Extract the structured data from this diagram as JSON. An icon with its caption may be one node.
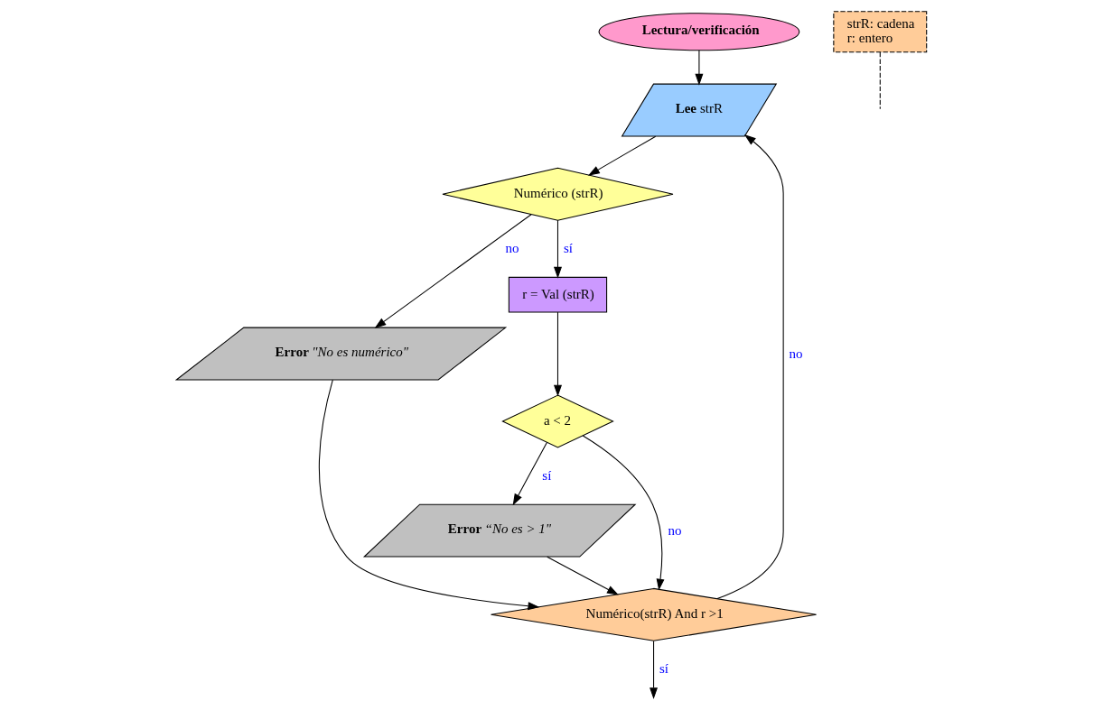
{
  "diagram": {
    "nodes": [
      {
        "text": [
          "**Lectura/verificación**"
        ]
      },
      {
        "text": [
          "strR: cadena",
          "r: entero"
        ]
      },
      {
        "text": [
          "**Lee** strR"
        ]
      },
      {
        "text": [
          "Numérico (strR)"
        ]
      },
      {
        "text": [
          "**Error** *\"No es numérico\"*"
        ]
      },
      {
        "text": [
          "r = Val (strR)"
        ]
      },
      {
        "text": [
          "a < 2"
        ]
      },
      {
        "text": [
          "**Error** *“No es > 1\"*"
        ]
      },
      {
        "text": [
          "Numérico(strR) And r >1"
        ]
      }
    ],
    "edges": [
      {
        "from": 0,
        "to": 2,
        "arrow": "to"
      },
      {
        "from": 1,
        "to": null,
        "arrow": "none",
        "style": "dashed"
      },
      {
        "from": 2,
        "to": 3,
        "arrow": "to"
      },
      {
        "from": 3,
        "to": 4,
        "arrow": "to",
        "label": "no"
      },
      {
        "from": 3,
        "to": 5,
        "arrow": "to",
        "label": "sí"
      },
      {
        "from": 5,
        "to": 6,
        "arrow": "to"
      },
      {
        "from": 6,
        "to": 8,
        "arrow": "to",
        "label": "no"
      },
      {
        "from": 6,
        "to": 7,
        "arrow": "to",
        "label": "sí"
      },
      {
        "from": 7,
        "to": 8,
        "arrow": "to"
      },
      {
        "from": 4,
        "to": 8,
        "arrow": "to"
      },
      {
        "from": 8,
        "to": 2,
        "arrow": "to",
        "label": "no"
      },
      {
        "from": 8,
        "to": null,
        "arrow": "to",
        "label": "sí"
      }
    ]
  }
}
